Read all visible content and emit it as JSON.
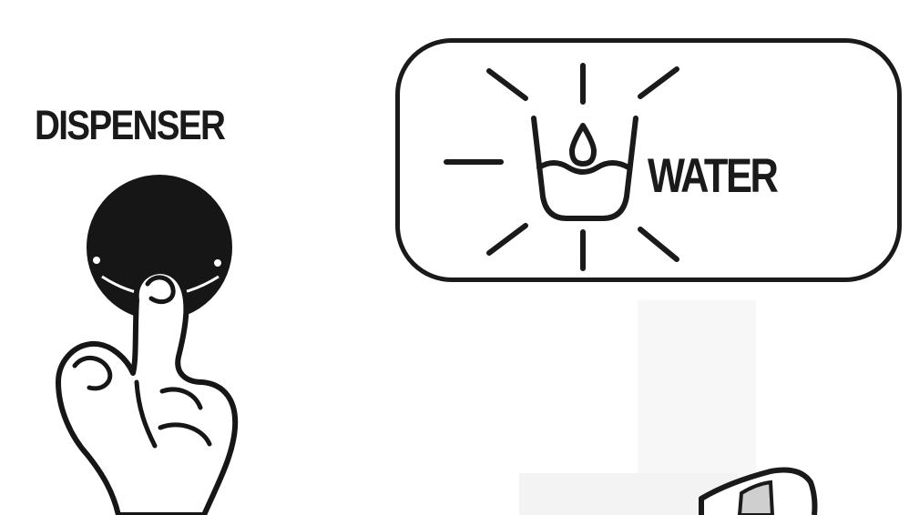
{
  "dispenser": {
    "label": "DISPENSER"
  },
  "panel": {
    "water_label": "WATER",
    "icon": "water-cup-icon",
    "state": "lit"
  },
  "icons": {
    "button": "dispenser-button-icon",
    "hand": "pressing-finger-icon"
  },
  "colors": {
    "ink": "#1a1a1a",
    "background": "#ffffff"
  }
}
